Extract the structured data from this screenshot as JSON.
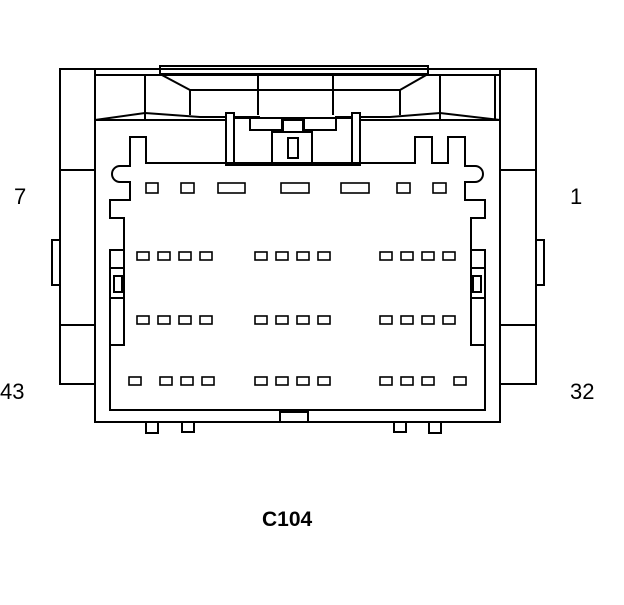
{
  "connector": {
    "name": "C104",
    "pin_labels": {
      "top_left": "7",
      "top_right": "1",
      "bottom_left": "43",
      "bottom_right": "32"
    }
  },
  "colors": {
    "stroke": "#000000",
    "background": "#ffffff"
  }
}
